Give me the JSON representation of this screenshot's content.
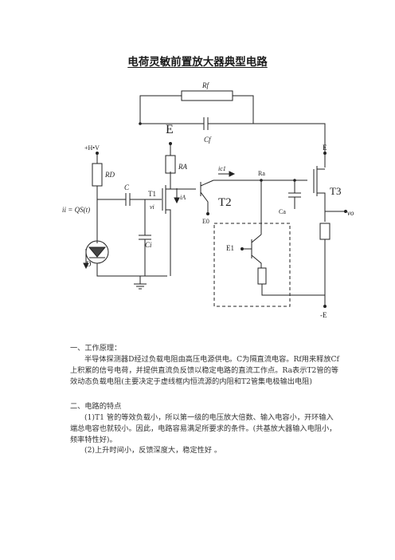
{
  "title": "电荷灵敏前置放大器典型电路",
  "circuit": {
    "labels": {
      "Rf": "Rf",
      "Cf": "Cf",
      "E_top": "E",
      "HV": "+H•V",
      "RD": "RD",
      "RA": "RA",
      "C": "C",
      "T1": "T1",
      "vi": "vi",
      "iA": "iA",
      "T2": "T2",
      "E0": "E0",
      "ic1": "ic1",
      "Ra": "Ra",
      "Ca": "Ca",
      "E_right": "E",
      "T3": "T3",
      "vo": "vo",
      "ii": "ii = QS(t)",
      "D": "D",
      "Ci": "Ci",
      "E1": "E1",
      "minusE": "-E"
    }
  },
  "section1": {
    "heading": "一、工作原理：",
    "body": "半导体探测器D经过负载电阻由高压电源供电。C为隔直流电容。Rf用来释放Cf上积累的信号电荷，并提供直流负反馈以稳定电路的直流工作点。Ra表示T2管的等效动态负载电阻(主要决定于虚线框内恒流源的内阻和T2管集电极输出电阻)"
  },
  "section2": {
    "heading": "二、电路的特点",
    "item1": "(1)T1 管的等效负载小，所以第一级的电压放大倍数、输入电容小，开环输入端总电容也就较小。因此，电路容易满足所要求的条件。(共基放大器输入电阻小，频率特性好)。",
    "item2": "(2)上升时间小，反馈深度大，稳定性好 。"
  }
}
